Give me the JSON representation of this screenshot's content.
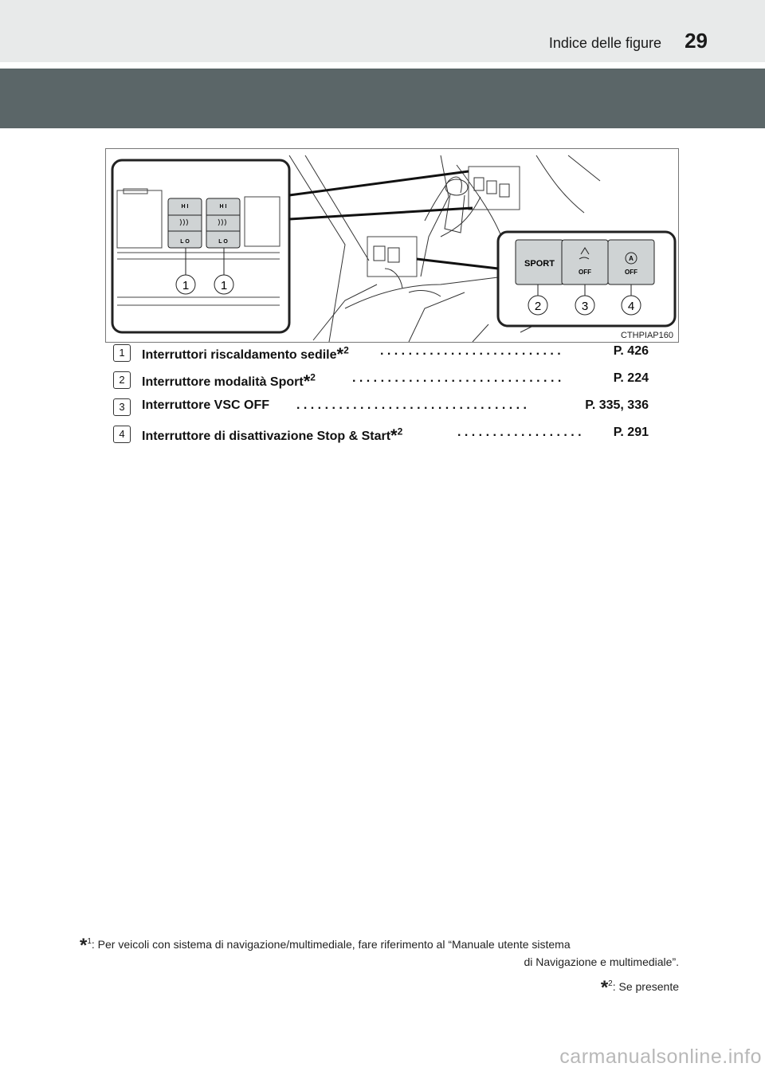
{
  "header": {
    "title": "Indice delle figure",
    "page_number": "29"
  },
  "figure": {
    "code": "CTHPIAP160",
    "labels": {
      "hi": "H I",
      "lo": "L O",
      "sport": "SPORT",
      "off": "OFF",
      "callout_1": "1",
      "callout_2": "2",
      "callout_3": "3",
      "callout_4": "4"
    }
  },
  "entries": [
    {
      "num": "1",
      "label": "Interruttori riscaldamento sedile",
      "footnote": "2",
      "ref": "P. 426"
    },
    {
      "num": "2",
      "label": "Interruttore modalità Sport",
      "footnote": "2",
      "ref": "P. 224"
    },
    {
      "num": "3",
      "label": "Interruttore VSC OFF",
      "footnote": "",
      "ref": "P. 335, 336"
    },
    {
      "num": "4",
      "label": "Interruttore di disattivazione Stop & Start",
      "footnote": "2",
      "ref": "P. 291"
    }
  ],
  "footnotes": {
    "fn1_mark": "1",
    "fn1_line1": ": Per veicoli con sistema di navigazione/multimediale, fare riferimento al “Manuale utente sistema",
    "fn1_line2": "di Navigazione e multimediale”.",
    "fn2_mark": "2",
    "fn2_text": ": Se presente"
  },
  "watermark": "carmanualsonline.info"
}
